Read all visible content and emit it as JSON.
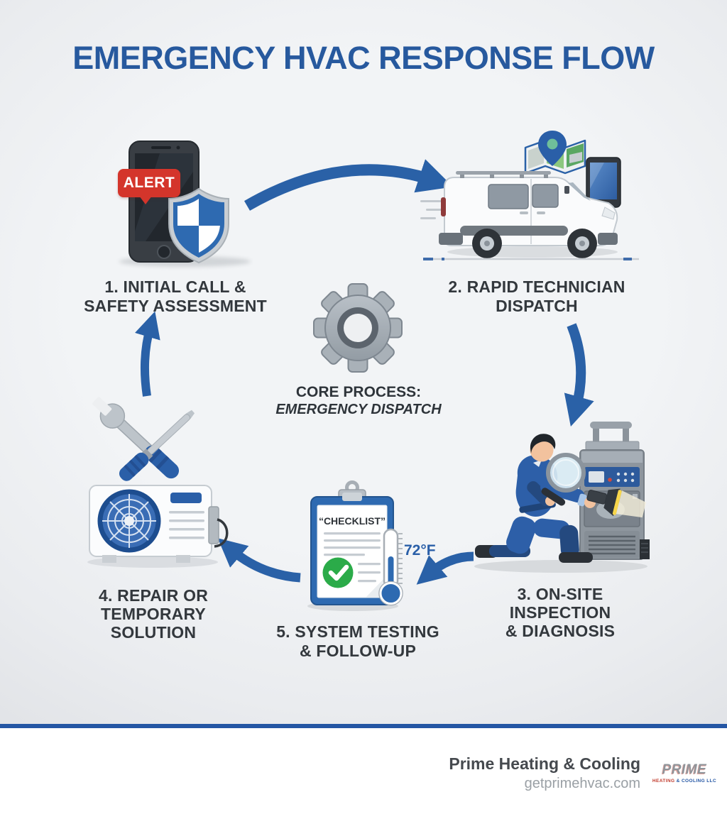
{
  "title": "EMERGENCY HVAC RESPONSE FLOW",
  "steps": [
    {
      "label": "1. INITIAL CALL &\nSAFETY ASSESSMENT"
    },
    {
      "label": "2. RAPID TECHNICIAN\nDISPATCH"
    },
    {
      "label": "3. ON-SITE\nINSPECTION\n& DIAGNOSIS"
    },
    {
      "label": "4. REPAIR OR\nTEMPORARY\nSOLUTION"
    },
    {
      "label": "5. SYSTEM TESTING\n& FOLLOW-UP"
    }
  ],
  "center": {
    "heading": "CORE PROCESS:",
    "subheading": "EMERGENCY DISPATCH"
  },
  "step1": {
    "alert_badge": "ALERT"
  },
  "step5": {
    "checklist_title": "“CHECKLIST”",
    "thermometer_reading": "72°F"
  },
  "footer": {
    "brand": "Prime Heating & Cooling",
    "website": "getprimehvac.com",
    "logo_text": "PRIME",
    "logo_tagline_left": "HEATING",
    "logo_tagline_right": "& COOLING LLC"
  },
  "colors": {
    "accent_blue": "#2a61a7",
    "title_blue": "#27599e",
    "alert_red": "#d4352b",
    "check_green": "#2bab49",
    "label_dark": "#33383d"
  }
}
